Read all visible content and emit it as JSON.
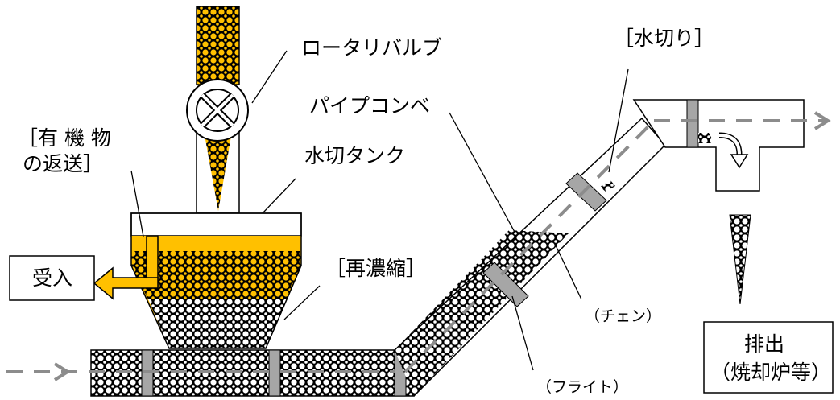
{
  "labels": {
    "rotary_valve": "ロータリバルブ",
    "organic_return_line1": "［有 機 物",
    "organic_return_line2": "の返送］",
    "dewatering_tank": "水切タンク",
    "pipe_conveyor": "パイプコンベ",
    "dewatering": "［水切り］",
    "receiving": "受入",
    "reconcentration": "［再濃縮］",
    "chain": "（チェン）",
    "discharge_line1": "排出",
    "discharge_line2": "（焼却炉等）",
    "flight": "（フライト）"
  },
  "colors": {
    "organic": "#FFC000",
    "granule_dark": "#000000",
    "granule_light": "#bdbdbd",
    "flight_plate": "#a6a6a6",
    "flow_arrow": "#8c8c8c",
    "outline": "#000000"
  },
  "icons": {
    "valve": "rotary-valve-cross-icon",
    "flow": "dashed-flow-arrow-icon",
    "return": "return-arrow-icon"
  }
}
